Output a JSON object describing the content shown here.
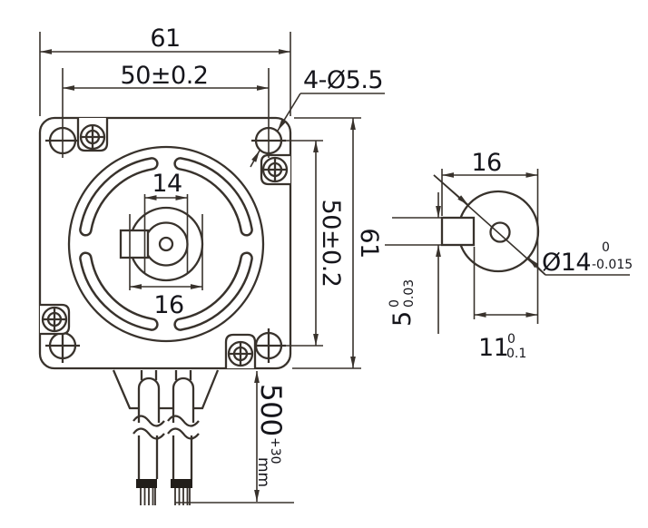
{
  "drawing": {
    "type": "motor-dimension-drawing",
    "front_view": {
      "width_top": "61",
      "bolt_spacing_top": "50±0.2",
      "holes_label": "4-Ø5.5",
      "bolt_spacing_right": "50±0.2",
      "height_right": "61",
      "shaft_dia_inner": "14",
      "shaft_boss": "16",
      "cable_length": {
        "value": "500",
        "tolerance": "+30",
        "unit": "mm"
      }
    },
    "side_view": {
      "shaft_width": "16",
      "shaft_diameter": {
        "value": "Ø14",
        "tol_upper": "0",
        "tol_lower": "-0.015"
      },
      "key_width": {
        "value": "5",
        "tol_upper": "0",
        "tol_lower": "0.03"
      },
      "flat_length": {
        "value": "11",
        "tol_upper": "0",
        "tol_lower": "0.1"
      }
    },
    "colors": {
      "line": "#38322c",
      "text": "#15151b",
      "background": "#ffffff"
    }
  }
}
